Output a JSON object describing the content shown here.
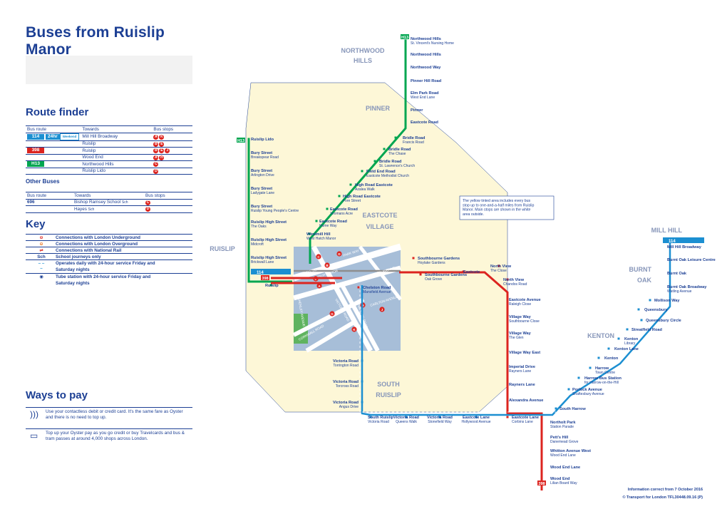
{
  "title": "Buses from Ruislip Manor",
  "route_finder": {
    "heading": "Route finder",
    "col_route": "Bus route",
    "col_towards": "Towards",
    "col_stops": "Bus stops",
    "rows": [
      {
        "route": "114",
        "badge_color": "#1c8fd1",
        "night": "24hr",
        "night_sub": "Weekend",
        "towards": "Mill Hill Broadway",
        "stops": [
          "A",
          "K"
        ]
      },
      {
        "route": "",
        "towards": "Ruislip",
        "stops": [
          "B",
          "E"
        ]
      },
      {
        "route": "398",
        "badge_color": "#dc241f",
        "towards": "Ruislip",
        "stops": [
          "B",
          "E",
          "J"
        ]
      },
      {
        "route": "",
        "towards": "Wood End",
        "stops": [
          "A",
          "H"
        ]
      },
      {
        "route": "H13",
        "badge_color": "#00a650",
        "towards": "Northwood Hills",
        "stops": [
          "C"
        ]
      },
      {
        "route": "",
        "towards": "Ruislip Lido",
        "stops": [
          "D"
        ]
      }
    ]
  },
  "other_buses": {
    "heading": "Other Buses",
    "col_route": "Bus route",
    "col_towards": "Towards",
    "col_stops": "Bus stops",
    "rows": [
      {
        "route": "696",
        "towards": "Bishop Ramsey School",
        "sch": "Sch",
        "stops": [
          "C"
        ]
      },
      {
        "route": "",
        "towards": "Hayes",
        "sch": "Sch",
        "stops": [
          "D"
        ]
      }
    ]
  },
  "key": {
    "heading": "Key",
    "items": [
      {
        "icon": "underground-roundel-icon",
        "text": "Connections with London Underground"
      },
      {
        "icon": "overground-roundel-icon",
        "text": "Connections with London Overground"
      },
      {
        "icon": "national-rail-icon",
        "text": "Connections with National Rail"
      },
      {
        "icon_text": "Sch",
        "text": "School journeys only"
      },
      {
        "icon": "dashed-line-icon",
        "text": "Operates daily with 24-hour service Friday and",
        "text2": "Saturday nights"
      },
      {
        "icon": "owl-icon",
        "text": "Tube station with 24-hour service Friday and",
        "text2": "Saturday nights"
      }
    ]
  },
  "ways_to_pay": {
    "heading": "Ways to pay",
    "items": [
      {
        "icon": "contactless-icon",
        "text": "Use your contactless debit or credit card. It's the same fare as Oyster and there is no need to top up."
      },
      {
        "icon": "oyster-card-icon",
        "text": "Top up your Oyster pay as you go credit or buy Travelcards and bus & tram passes at around 4,000 shops across London."
      }
    ]
  },
  "areas": {
    "northwood_hills": [
      "NORTHWOOD",
      "HILLS"
    ],
    "pinner": "PINNER",
    "eastcote_village": [
      "EASTCOTE",
      "VILLAGE"
    ],
    "ruislip": "RUISLIP",
    "south_ruislip": [
      "SOUTH",
      "RUISLIP"
    ],
    "mill_hill": "MILL HILL",
    "burnt_oak": [
      "BURNT",
      "OAK"
    ],
    "kenton": "KENTON"
  },
  "info_box": "The yellow tinted area includes every bus stop up to one-and-a-half miles from Ruislip Manor. Main stops are shown in the white area outside.",
  "h13_stops": [
    {
      "name": "Northwood Hills",
      "sub": "St. Vincent's Nursing Home"
    },
    {
      "name": "Northwood Hills",
      "sub": ""
    },
    {
      "name": "Northwood Way",
      "sub": ""
    },
    {
      "name": "Pinner Hill Road",
      "sub": ""
    },
    {
      "name": "Elm Park Road",
      "sub": "West End Lane"
    },
    {
      "name": "Pinner",
      "sub": ""
    },
    {
      "name": "Eastcote Road",
      "sub": ""
    },
    {
      "name": "Bridle Road",
      "sub": "Francis Road"
    },
    {
      "name": "Bridle Road",
      "sub": "The Chase"
    },
    {
      "name": "Bridle Road",
      "sub": "St. Lawrence's Church"
    },
    {
      "name": "Field End Road",
      "sub": "Eastcote Methodist Church"
    },
    {
      "name": "High Road Eastcote",
      "sub": "Azalea Walk"
    },
    {
      "name": "High Road Eastcote",
      "sub": "Fore Street"
    },
    {
      "name": "Eastcote Road",
      "sub": "Yeomans Acre"
    },
    {
      "name": "Eastcote Road",
      "sub": "Hume Way"
    },
    {
      "name": "Windmill Hill",
      "sub": "West Hatch Manor"
    }
  ],
  "ruislip_stops": [
    {
      "name": "Ruislip Lido",
      "sub": ""
    },
    {
      "name": "Bury Street",
      "sub": "Breakspear Road"
    },
    {
      "name": "Bury Street",
      "sub": "Arlington Drive"
    },
    {
      "name": "Bury Street",
      "sub": "Ladygate Lane"
    },
    {
      "name": "Bury Street",
      "sub": "Ruislip Young People's Centre"
    },
    {
      "name": "Ruislip High Street",
      "sub": "The Oaks"
    },
    {
      "name": "Ruislip High Street",
      "sub": "Midcroft"
    },
    {
      "name": "Ruislip High Street",
      "sub": "Brickwall Lane"
    },
    {
      "name": "Ruislip",
      "sub": ""
    }
  ],
  "south_stops": [
    {
      "name": "Victoria Road",
      "sub": "Torrington Road"
    },
    {
      "name": "Victoria Road",
      "sub": "Torcross Road"
    },
    {
      "name": "Victoria Road",
      "sub": "Angus Drive"
    },
    {
      "name": "South Ruislip",
      "sub": "Victoria Road"
    },
    {
      "name": "Victoria Road",
      "sub": "Queens Walk"
    },
    {
      "name": "Victoria Road",
      "sub": "Stonefield Way"
    },
    {
      "name": "Eastcote Lane",
      "sub": "Hollywood Avenue"
    }
  ],
  "route398_stops": [
    {
      "name": "Southbourne Gardens",
      "sub": "Hoylake Gardens"
    },
    {
      "name": "North View",
      "sub": "The Close"
    },
    {
      "name": "Eastcote",
      "sub": ""
    },
    {
      "name": "Southbourne Gardens",
      "sub": "Oak Grove"
    },
    {
      "name": "North View",
      "sub": "Chandos Road"
    },
    {
      "name": "Chelston Road",
      "sub": "Mansfield Avenue"
    },
    {
      "name": "Eastcote Avenue",
      "sub": "Raleigh Close"
    },
    {
      "name": "Village Way",
      "sub": "Southbourne Close"
    },
    {
      "name": "Village Way",
      "sub": "The Glen"
    },
    {
      "name": "Village Way East",
      "sub": ""
    },
    {
      "name": "Imperial Drive",
      "sub": "Rayners Lane"
    },
    {
      "name": "Rayners Lane",
      "sub": ""
    },
    {
      "name": "Alexandra Avenue",
      "sub": ""
    },
    {
      "name": "Eastcote Lane",
      "sub": "Corbins Lane"
    },
    {
      "name": "Northolt Park",
      "sub": "Station Parade"
    },
    {
      "name": "Pett's Hill",
      "sub": "Danemead Grove"
    },
    {
      "name": "Whitton Avenue West",
      "sub": "Wood End Lane"
    },
    {
      "name": "Wood End Lane",
      "sub": ""
    },
    {
      "name": "Wood End",
      "sub": "Lilian Board Way"
    }
  ],
  "route114_stops": [
    {
      "name": "Mill Hill Broadway",
      "sub": ""
    },
    {
      "name": "Burnt Oak Leisure Centre",
      "sub": ""
    },
    {
      "name": "Burnt Oak",
      "sub": ""
    },
    {
      "name": "Burnt Oak Broadway",
      "sub": "Watling Avenue"
    },
    {
      "name": "Mollison Way",
      "sub": ""
    },
    {
      "name": "Queensbury",
      "sub": ""
    },
    {
      "name": "Queensbury Circle",
      "sub": ""
    },
    {
      "name": "Streatfield Road",
      "sub": ""
    },
    {
      "name": "Kenton",
      "sub": "Library"
    },
    {
      "name": "Kenton Lane",
      "sub": ""
    },
    {
      "name": "Kenton",
      "sub": ""
    },
    {
      "name": "Harrow",
      "sub": "Town Centre"
    },
    {
      "name": "Harrow Bus Station",
      "sub": "for Harrow-on-the-Hill"
    },
    {
      "name": "Porlock Avenue",
      "sub": "Shaftesbury Avenue"
    },
    {
      "name": "South Harrow",
      "sub": ""
    }
  ],
  "street_labels": [
    "PARK WAY",
    "LINDEN AVENUE",
    "KEBBELL TERRACE",
    "SHENLEY AVENUE",
    "VICTORIA ROAD",
    "CHELSTON ROAD",
    "CORNWALL ROAD",
    "CARLTON AVENUE",
    "RUISLIP MANOR"
  ],
  "map_stops": [
    "A",
    "B",
    "C",
    "D",
    "E",
    "H",
    "J",
    "K",
    "G"
  ],
  "terminus": {
    "route": "398",
    "route_color": "#dc241f",
    "h13": "H13",
    "h13_color": "#00a650",
    "r114": "114"
  },
  "footer": {
    "line1": "Information correct from 7 October 2016",
    "line2": "© Transport for London   TFL30448.09.16 (P)"
  },
  "colors": {
    "navy": "#1c3f94",
    "red": "#dc241f",
    "green": "#00a650",
    "blue": "#1c8fd1",
    "yellow": "#fdf7d7",
    "grey": "#dedede"
  }
}
